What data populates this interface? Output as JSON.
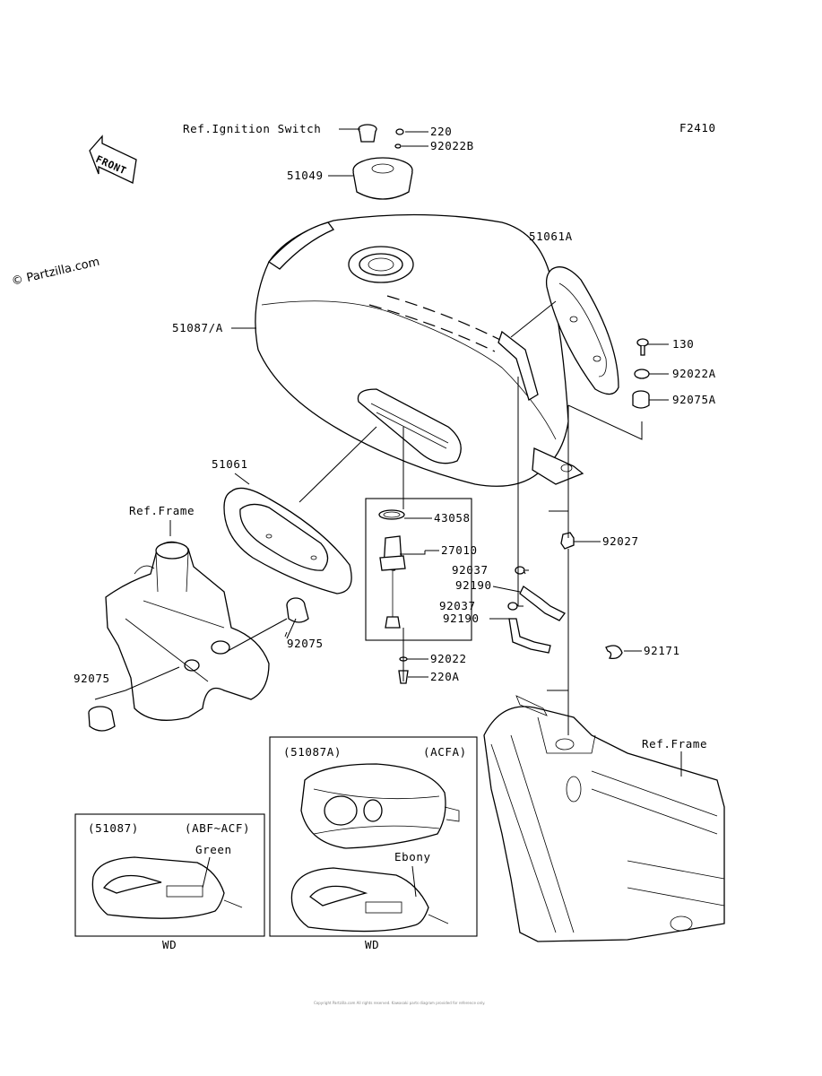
{
  "figure_code": "F2410",
  "watermark": "© Partzilla.com",
  "front_label": "FRONT",
  "footer_text": "Copyright Partzilla.com All rights reserved. Kawasaki parts diagram provided for reference only.",
  "callouts": {
    "ref_ignition_switch": "Ref.Ignition Switch",
    "p220": "220",
    "p92022B": "92022B",
    "p51049": "51049",
    "p51061A": "51061A",
    "p51087A": "51087/A",
    "p130": "130",
    "p92022A": "92022A",
    "p92075A": "92075A",
    "p51061": "51061",
    "ref_frame_left": "Ref.Frame",
    "p43058": "43058",
    "p27010": "27010",
    "p92027": "92027",
    "p92037_a": "92037",
    "p92190_a": "92190",
    "p92037_b": "92037",
    "p92190_b": "92190",
    "p92075_right": "92075",
    "p92075_left": "92075",
    "p92022": "92022",
    "p220A": "220A",
    "p92171": "92171",
    "ref_frame_right": "Ref.Frame"
  },
  "insets": {
    "left": {
      "part": "(51087)",
      "variant": "(ABF~ACF)",
      "color": "Green",
      "footer": "WD"
    },
    "right": {
      "part": "(51087A)",
      "variant": "(ACFA)",
      "color": "Ebony",
      "footer": "WD"
    }
  }
}
